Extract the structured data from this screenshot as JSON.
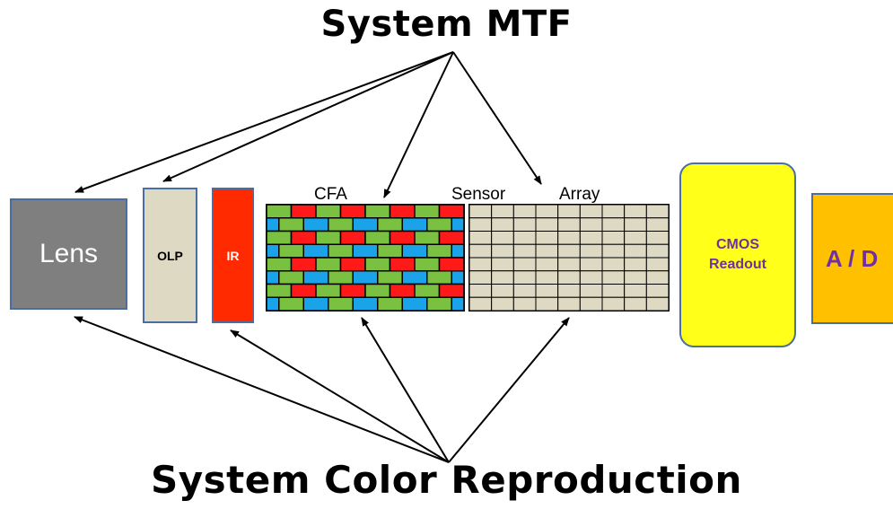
{
  "titles": {
    "top": "System MTF",
    "bottom": "System Color Reproduction"
  },
  "components": {
    "lens": "Lens",
    "olp": "OLP",
    "ir": "IR",
    "cfa_label": "CFA",
    "sensor_label": "Sensor",
    "array_label": "Array",
    "cmos_line1": "CMOS",
    "cmos_line2": "Readout",
    "ad": "A / D"
  },
  "colors": {
    "lens": "#7f7f7f",
    "olp": "#ddd9c3",
    "ir": "#ff2a00",
    "cmos": "#ffff1a",
    "ad": "#ffc000",
    "sensor_cell": "#ddd9c3",
    "cfa_green": "#7ac142",
    "cfa_red": "#ff1a1a",
    "cfa_blue": "#1aa3e8",
    "border": "#4a6ea0",
    "label_purple": "#7030a0"
  }
}
